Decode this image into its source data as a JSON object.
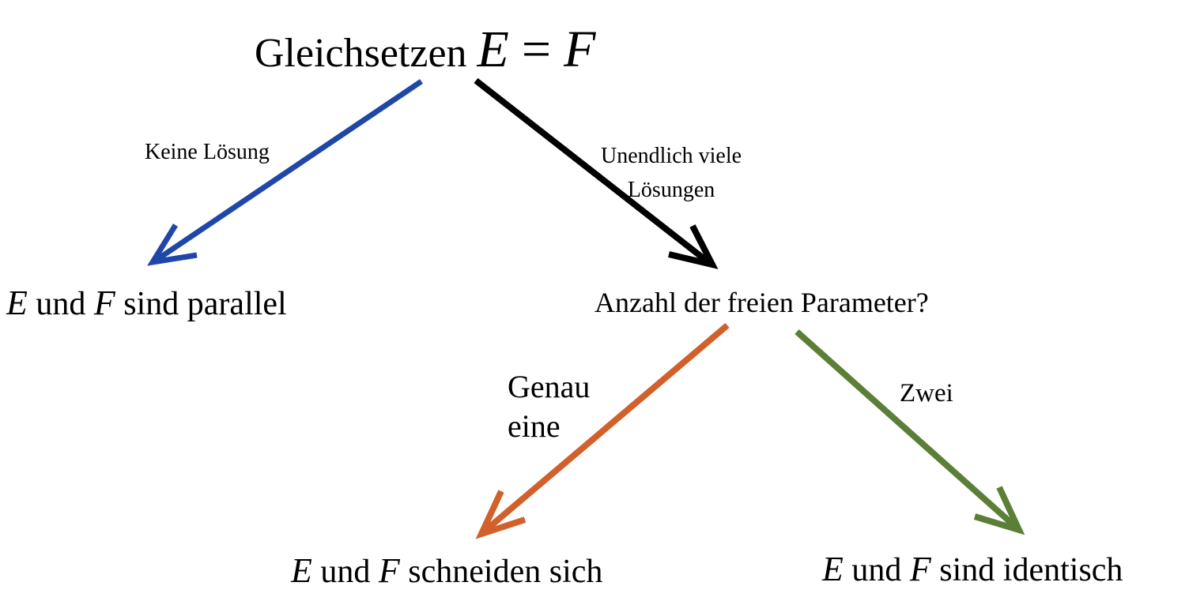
{
  "root": {
    "prefix": "Gleichsetzen",
    "lhs": "E",
    "operator": "=",
    "rhs": "F"
  },
  "nodes": {
    "parallel": {
      "e": "E",
      "conj": "und",
      "f": "F",
      "text": "sind parallel"
    },
    "question": {
      "text": "Anzahl der freien Parameter?"
    },
    "intersect": {
      "e": "E",
      "conj": "und",
      "f": "F",
      "text": "schneiden sich"
    },
    "identical": {
      "e": "E",
      "conj": "und",
      "f": "F",
      "text": "sind identisch"
    }
  },
  "edge_labels": {
    "no_solution": "Keine Lösung",
    "infinite_line1": "Unendlich viele",
    "infinite_line2": "Lösungen",
    "exactly_one_line1": "Genau",
    "exactly_one_line2": "eine",
    "two": "Zwei"
  },
  "colors": {
    "no_solution_arrow": "#1f47a8",
    "infinite_arrow": "#000000",
    "exactly_one_arrow": "#d2602b",
    "two_arrow": "#5b7f36",
    "text": "#000000",
    "background": "#ffffff"
  }
}
